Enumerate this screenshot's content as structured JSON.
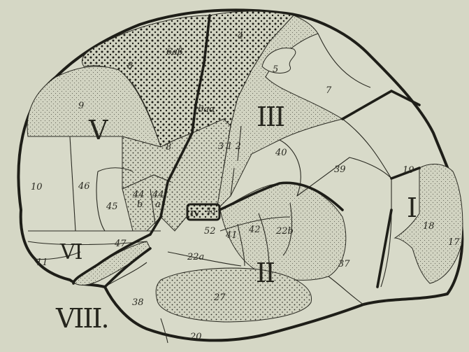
{
  "colors": {
    "paper": "#d5d7c5",
    "ink": "#2a2a22",
    "light_fill": "#d1d3c1",
    "region_fill": "#d8dac9"
  },
  "area_labels": {
    "a4": "4",
    "a6ab": "6aβ",
    "a8_upper": "8",
    "a5": "5",
    "a7": "7",
    "a9": "9",
    "a6aa": "6aα",
    "a8_lower": "8",
    "a312": "3  1  2",
    "a40": "40",
    "a39": "39",
    "a19": "19",
    "a10": "10",
    "a46": "46",
    "a45": "45",
    "a44b": "44",
    "a44b_sub": "b",
    "a44a": "44",
    "a44a_sub": "a",
    "a43": "43",
    "a18": "18",
    "a17": "17",
    "a52": "52",
    "a41": "41",
    "a42": "42",
    "a22b": "22b",
    "a47": "47",
    "a11": "11",
    "a22a": "22a",
    "a37": "37",
    "a27": "27",
    "a38": "38",
    "a20": "20"
  },
  "region_labels": {
    "r1": "I",
    "r2": "II",
    "r3": "III",
    "r4": "IV",
    "r5": "V",
    "r6": "VI",
    "r8": "VIII."
  }
}
